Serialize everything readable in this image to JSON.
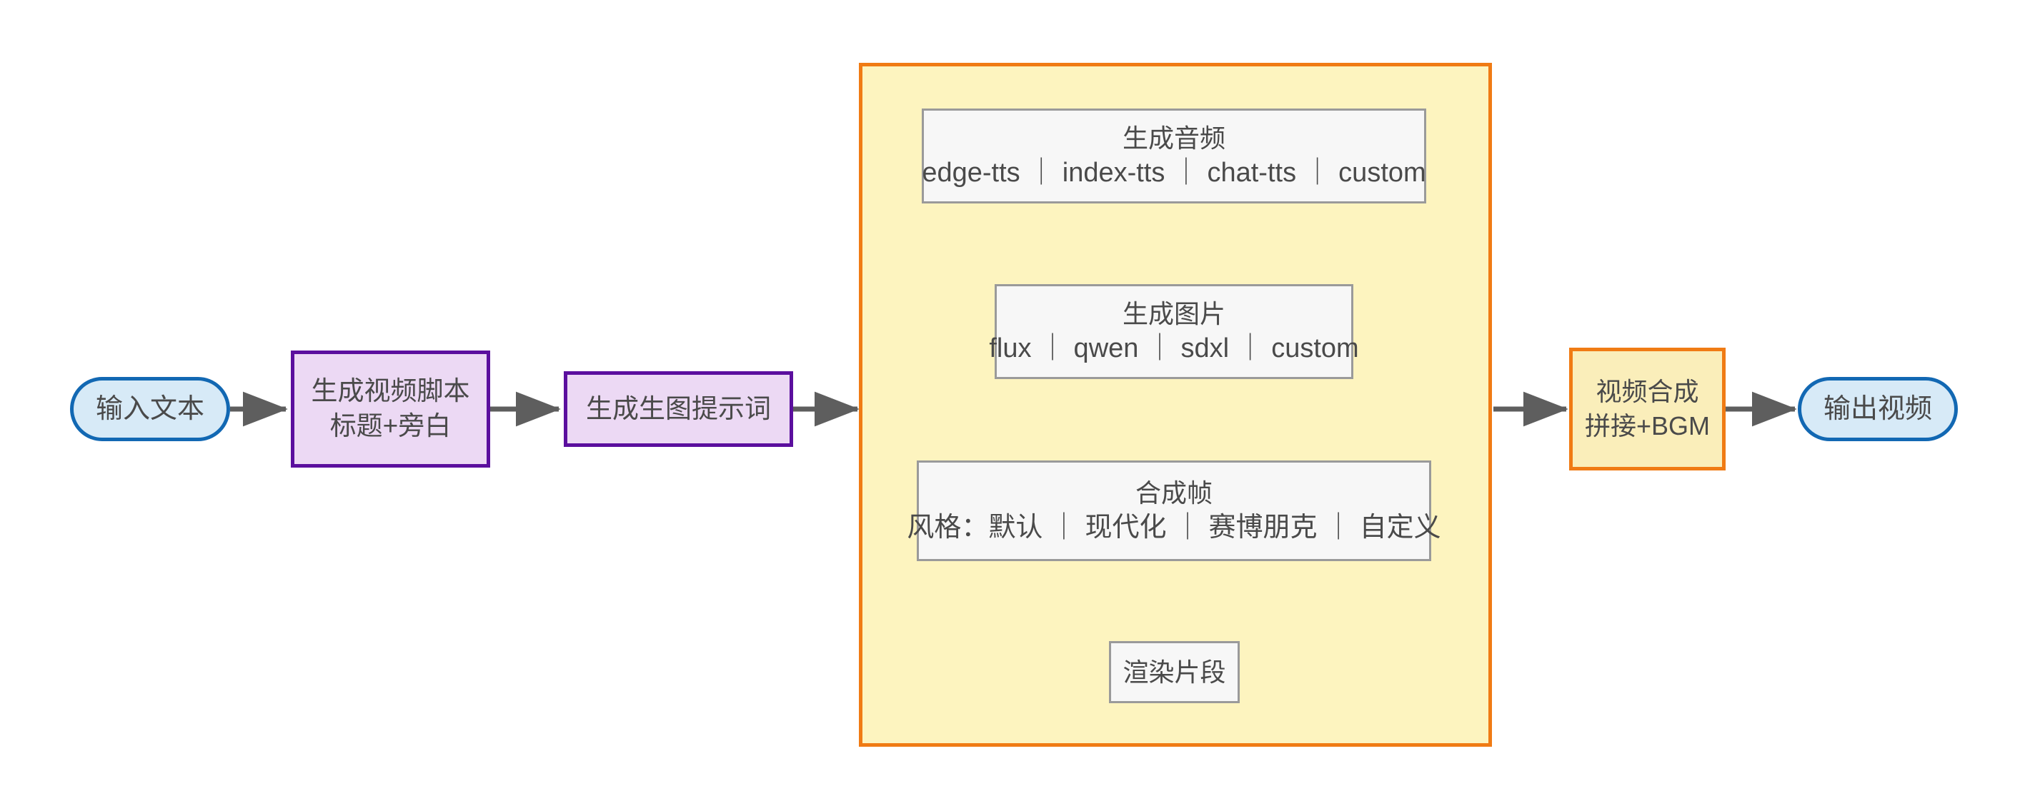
{
  "diagram": {
    "type": "flowchart",
    "direction": "left-to-right",
    "title": "视频生成流程图",
    "colors": {
      "terminal_fill": "#d7eaf7",
      "terminal_stroke": "#1268b3",
      "process_fill": "#ecd9f4",
      "process_stroke": "#5b0f9e",
      "highlight_fill": "#faeeba",
      "highlight_stroke": "#f07b14",
      "plain_fill": "#f7f7f7",
      "plain_stroke": "#9a9a9a",
      "subgraph_fill": "#fdf4bf",
      "subgraph_stroke": "#f07b14",
      "edge_stroke": "#5e5e5e",
      "text": "#4a4a4a",
      "background": "#ffffff"
    }
  },
  "nodes": {
    "input_text": {
      "label": "输入文本",
      "shape": "stadium"
    },
    "gen_script": {
      "line1": "生成视频脚本",
      "line2": "标题+旁白",
      "shape": "rect"
    },
    "gen_prompt": {
      "label": "生成生图提示词",
      "shape": "rect"
    },
    "gen_audio": {
      "line1": "生成音频",
      "line2": "edge-tts ｜ index-tts ｜ chat-tts ｜ custom",
      "shape": "rect"
    },
    "gen_image": {
      "line1": "生成图片",
      "line2": "flux ｜ qwen ｜ sdxl ｜ custom",
      "shape": "rect"
    },
    "compose_frame": {
      "line1": "合成帧",
      "line2": "风格：默认 ｜ 现代化 ｜ 赛博朋克 ｜ 自定义",
      "shape": "rect"
    },
    "render_clip": {
      "label": "渲染片段",
      "shape": "rect"
    },
    "video_merge": {
      "line1": "视频合成",
      "line2": "拼接+BGM",
      "shape": "rect"
    },
    "output_video": {
      "label": "输出视频",
      "shape": "stadium"
    }
  },
  "edges": [
    {
      "from": "input_text",
      "to": "gen_script",
      "arrow": "single"
    },
    {
      "from": "gen_script",
      "to": "gen_prompt",
      "arrow": "single"
    },
    {
      "from": "gen_prompt",
      "to": "pipeline_subgraph",
      "arrow": "single"
    },
    {
      "from": "gen_audio",
      "to": "gen_image",
      "arrow": "single"
    },
    {
      "from": "gen_image",
      "to": "compose_frame",
      "arrow": "single"
    },
    {
      "from": "compose_frame",
      "to": "render_clip",
      "arrow": "single"
    },
    {
      "from": "render_clip",
      "to": "video_merge",
      "arrow": "single"
    },
    {
      "from": "video_merge",
      "to": "output_video",
      "arrow": "single"
    }
  ]
}
